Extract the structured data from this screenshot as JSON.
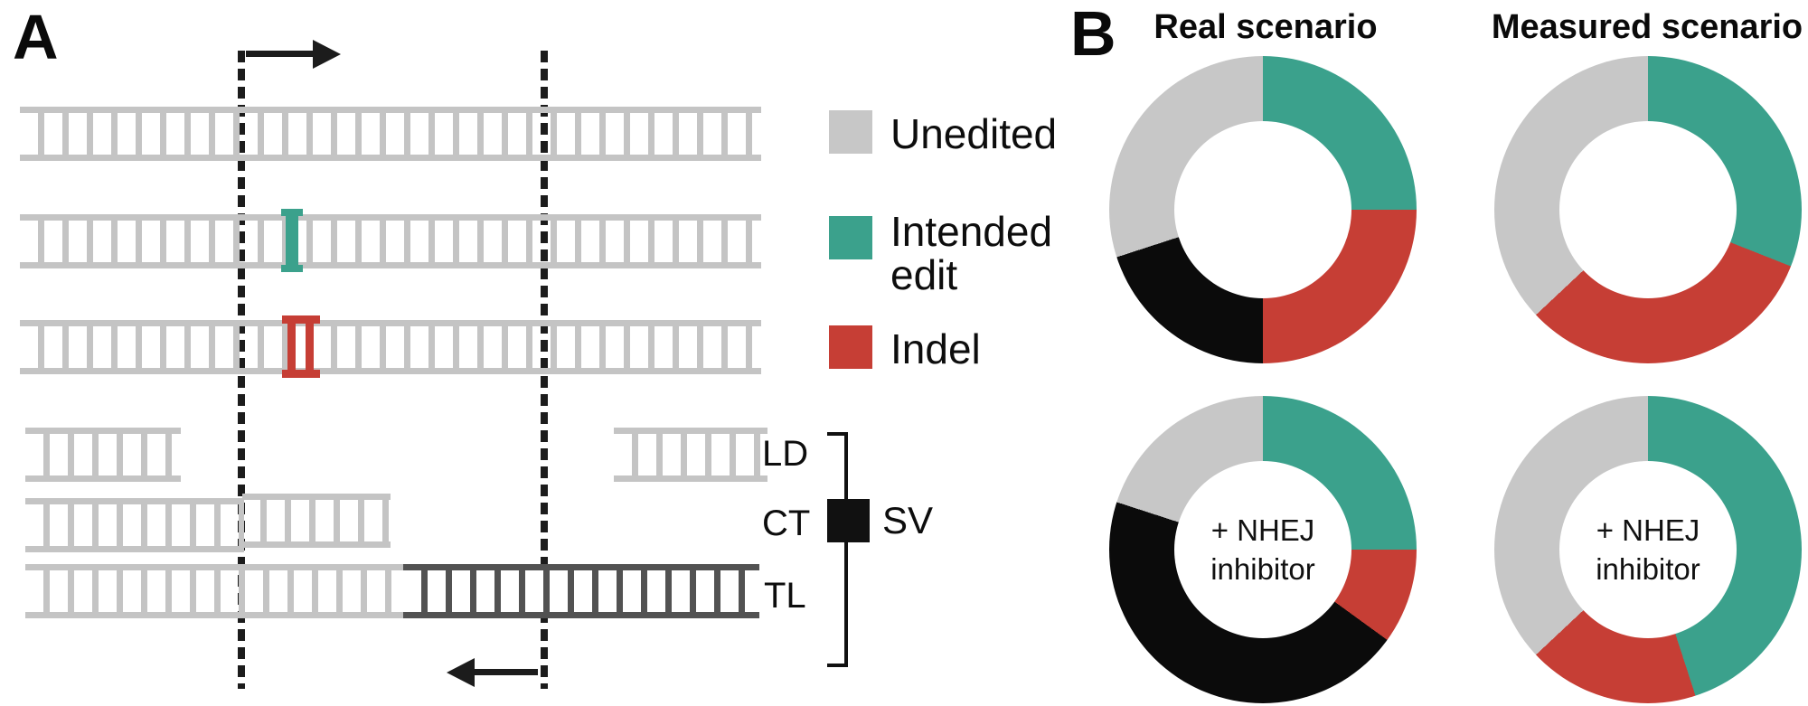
{
  "figure": {
    "panel_a_label": "A",
    "panel_b_label": "B"
  },
  "panel_a": {
    "legend": [
      {
        "label": "Unedited",
        "lines": [
          "Unedited"
        ],
        "color": "#C7C7C7"
      },
      {
        "label": "Intended edit",
        "lines": [
          "Intended",
          "edit"
        ],
        "color": "#3BA18C"
      },
      {
        "label": "Indel",
        "lines": [
          "Indel"
        ],
        "color": "#C63E35"
      }
    ],
    "fragment_labels": {
      "ld": "LD",
      "ct": "CT",
      "tl": "TL"
    },
    "sv": {
      "label": "SV",
      "color": "#111111"
    }
  },
  "panel_b": {
    "titles": {
      "real": "Real scenario",
      "measured": "Measured scenario"
    },
    "center_label": {
      "line1": "+ NHEJ",
      "line2": "inhibitor"
    }
  },
  "colors": {
    "unedited": "#C7C7C7",
    "intended_edit": "#3BA18C",
    "indel": "#C63E35",
    "sv": "#0B0B0B",
    "ladder_gray": "#C4C4C4",
    "ladder_dark": "#525252"
  },
  "chart_data": [
    {
      "id": "real",
      "type": "pie",
      "variant": "donut",
      "title": "Real scenario",
      "units": "percent",
      "start_angle_deg": 0,
      "direction": "clockwise",
      "slices": [
        {
          "label": "Intended edit",
          "value": 25,
          "color": "#3BA18C"
        },
        {
          "label": "Indel",
          "value": 25,
          "color": "#C63E35"
        },
        {
          "label": "SV",
          "value": 20,
          "color": "#0B0B0B"
        },
        {
          "label": "Unedited",
          "value": 30,
          "color": "#C7C7C7"
        }
      ]
    },
    {
      "id": "measured",
      "type": "pie",
      "variant": "donut",
      "title": "Measured scenario",
      "units": "percent",
      "start_angle_deg": 0,
      "direction": "clockwise",
      "slices": [
        {
          "label": "Intended edit",
          "value": 31,
          "color": "#3BA18C"
        },
        {
          "label": "Indel",
          "value": 32,
          "color": "#C63E35"
        },
        {
          "label": "Unedited",
          "value": 37,
          "color": "#C7C7C7"
        }
      ]
    },
    {
      "id": "real_nhej",
      "type": "pie",
      "variant": "donut",
      "title": "Real scenario",
      "center_label": "+ NHEJ inhibitor",
      "units": "percent",
      "start_angle_deg": 0,
      "direction": "clockwise",
      "slices": [
        {
          "label": "Intended edit",
          "value": 25,
          "color": "#3BA18C"
        },
        {
          "label": "Indel",
          "value": 10,
          "color": "#C63E35"
        },
        {
          "label": "SV",
          "value": 45,
          "color": "#0B0B0B"
        },
        {
          "label": "Unedited",
          "value": 20,
          "color": "#C7C7C7"
        }
      ]
    },
    {
      "id": "measured_nhej",
      "type": "pie",
      "variant": "donut",
      "title": "Measured scenario",
      "center_label": "+ NHEJ inhibitor",
      "units": "percent",
      "start_angle_deg": 0,
      "direction": "clockwise",
      "slices": [
        {
          "label": "Intended edit",
          "value": 45,
          "color": "#3BA18C"
        },
        {
          "label": "Indel",
          "value": 18,
          "color": "#C63E35"
        },
        {
          "label": "Unedited",
          "value": 37,
          "color": "#C7C7C7"
        }
      ]
    }
  ]
}
